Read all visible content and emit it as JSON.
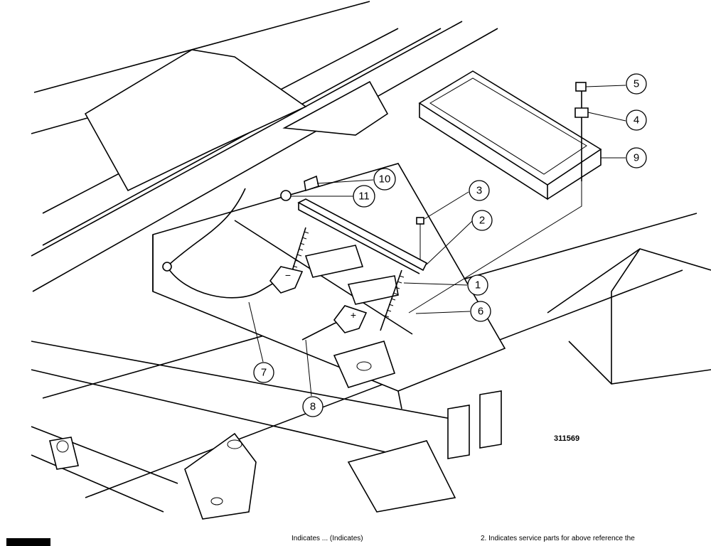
{
  "figure": {
    "number": "311569",
    "callouts": [
      {
        "label": "1"
      },
      {
        "label": "2"
      },
      {
        "label": "3"
      },
      {
        "label": "4"
      },
      {
        "label": "5"
      },
      {
        "label": "6"
      },
      {
        "label": "7"
      },
      {
        "label": "8"
      },
      {
        "label": "9"
      },
      {
        "label": "10"
      },
      {
        "label": "11"
      }
    ],
    "terminal_marks": {
      "negative": "−",
      "positive": "+"
    }
  },
  "footer": {
    "caption_left": "Indicates ... (Indicates)",
    "caption_right": "2. Indicates service parts for above reference the"
  }
}
